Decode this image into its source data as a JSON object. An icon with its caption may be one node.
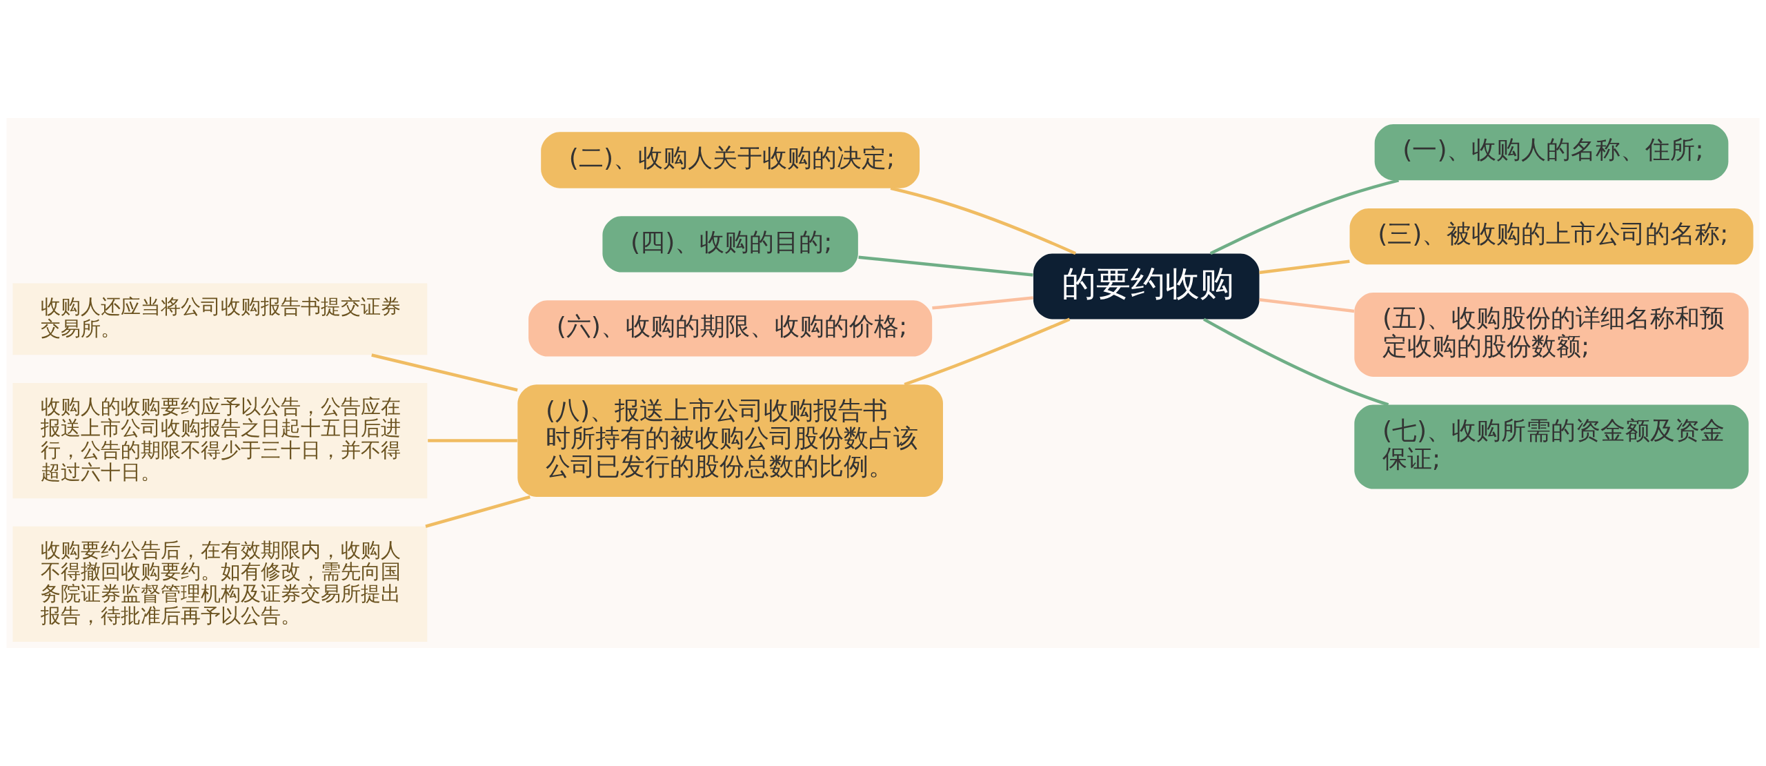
{
  "diagram": {
    "nodes": [
      {
        "text": [
          "的要约收购"
        ]
      },
      {
        "text": [
          "(二)、收购人关于收购的决定;"
        ]
      },
      {
        "text": [
          "(四)、收购的目的;"
        ]
      },
      {
        "text": [
          "(六)、收购的期限、收购的价格;"
        ]
      },
      {
        "text": [
          "(八)、报送上市公司收购报告书时所持有的被收购公司股份数占该公司已发行的股份总数的比例。"
        ]
      },
      {
        "text": [
          "收购人还应当将公司收购报告书提交证券交易所。"
        ]
      },
      {
        "text": [
          "收购人的收购要约应予以公告，公告应在报送上市公司收购报告之日起十五日后进行，公告的期限不得少于三十日，并不得超过六十日。"
        ]
      },
      {
        "text": [
          "收购要约公告后，在有效期限内，收购人不得撤回收购要约。如有修改，需先向国务院证券监督管理机构及证券交易所提出报告，待批准后再予以公告。"
        ]
      },
      {
        "text": [
          "(一)、收购人的名称、住所;"
        ]
      },
      {
        "text": [
          "(三)、被收购的上市公司的名称;"
        ]
      },
      {
        "text": [
          "(五)、收购股份的详细名称和预定收购的股份数额;"
        ]
      },
      {
        "text": [
          "(七)、收购所需的资金额及资金保证;"
        ]
      }
    ],
    "edges": [
      {
        "from": 0,
        "to": 1,
        "arrow": "none"
      },
      {
        "from": 0,
        "to": 2,
        "arrow": "none",
        "color": "#6fae86"
      },
      {
        "from": 0,
        "to": 3,
        "arrow": "none",
        "color": "#fbbf9e"
      },
      {
        "from": 0,
        "to": 4,
        "arrow": "none"
      },
      {
        "from": 4,
        "to": 5,
        "arrow": "none"
      },
      {
        "from": 4,
        "to": 6,
        "arrow": "none"
      },
      {
        "from": 4,
        "to": 7,
        "arrow": "none"
      },
      {
        "from": 0,
        "to": 8,
        "arrow": "none",
        "color": "#6fae86"
      },
      {
        "from": 0,
        "to": 9,
        "arrow": "none"
      },
      {
        "from": 0,
        "to": 10,
        "arrow": "none",
        "color": "#fbbf9e"
      },
      {
        "from": 0,
        "to": 11,
        "arrow": "none",
        "color": "#6fae86"
      }
    ]
  }
}
